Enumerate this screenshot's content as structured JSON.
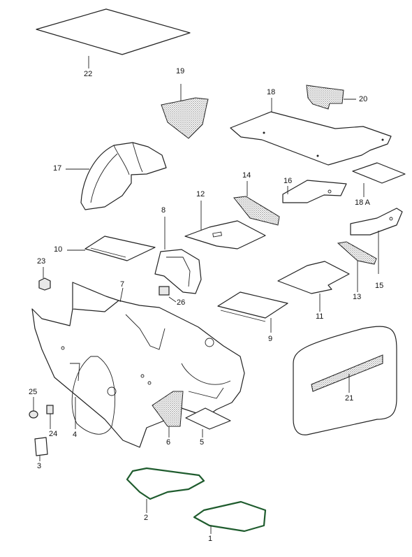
{
  "callouts": {
    "p1": "1",
    "p2": "2",
    "p3": "3",
    "p4": "4",
    "p5": "5",
    "p6": "6",
    "p7": "7",
    "p8": "8",
    "p9": "9",
    "p10": "10",
    "p11": "11",
    "p12": "12",
    "p13": "13",
    "p14": "14",
    "p15": "15",
    "p16": "16",
    "p17": "17",
    "p18": "18",
    "p18a": "18 A",
    "p19": "19",
    "p20": "20",
    "p21": "21",
    "p22": "22",
    "p23": "23",
    "p24": "24",
    "p25": "25",
    "p26": "26"
  },
  "colors": {
    "mat_outline": "#1f5c2e",
    "line": "#222222",
    "background": "#ffffff"
  }
}
